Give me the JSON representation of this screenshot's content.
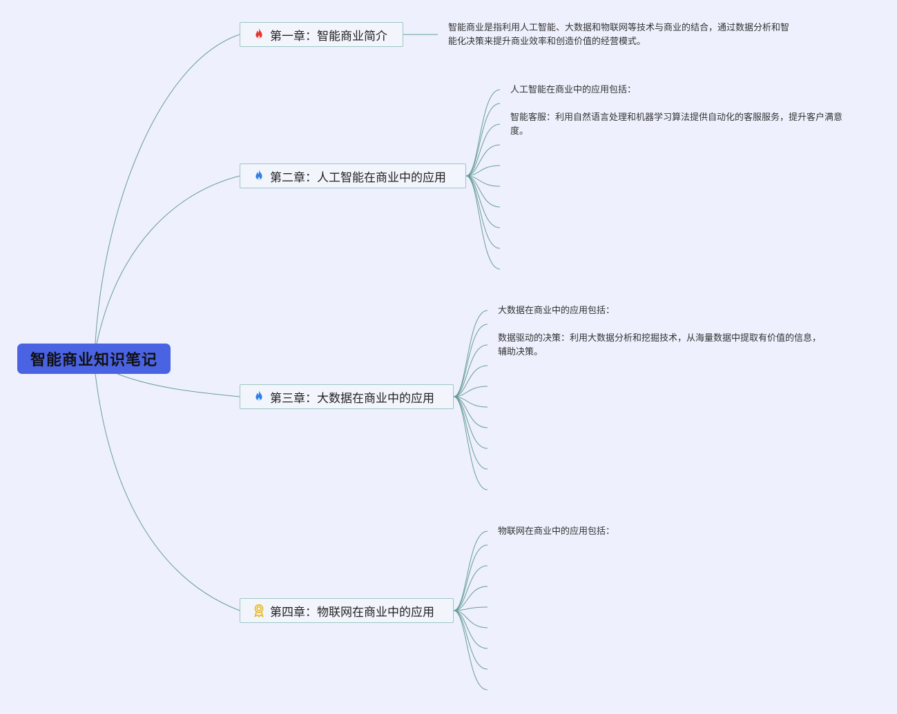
{
  "root": {
    "title": "智能商业知识笔记"
  },
  "chapters": [
    {
      "label": "第一章：智能商业简介",
      "icon": "flame-red-icon",
      "notes": [
        "智能商业是指利用人工智能、大数据和物联网等技术与商业的结合，通过数据分析和智能化决策来提升商业效率和创造价值的经营模式。"
      ]
    },
    {
      "label": "第二章：人工智能在商业中的应用",
      "icon": "flame-blue-icon",
      "notes": [
        "人工智能在商业中的应用包括：",
        "智能客服：利用自然语言处理和机器学习算法提供自动化的客服服务，提升客户满意度。"
      ]
    },
    {
      "label": "第三章：大数据在商业中的应用",
      "icon": "flame-blue-icon",
      "notes": [
        "大数据在商业中的应用包括：",
        "数据驱动的决策：利用大数据分析和挖掘技术，从海量数据中提取有价值的信息，辅助决策。"
      ]
    },
    {
      "label": "第四章：物联网在商业中的应用",
      "icon": "award-ribbon-icon",
      "notes": [
        "物联网在商业中的应用包括："
      ]
    }
  ],
  "colors": {
    "background": "#eef0fd",
    "root_fill": "#4a63e2",
    "connector": "#4f8f86",
    "flame_red": "#e8332a",
    "flame_blue": "#2e7fe8",
    "award_yellow": "#e8b820"
  }
}
